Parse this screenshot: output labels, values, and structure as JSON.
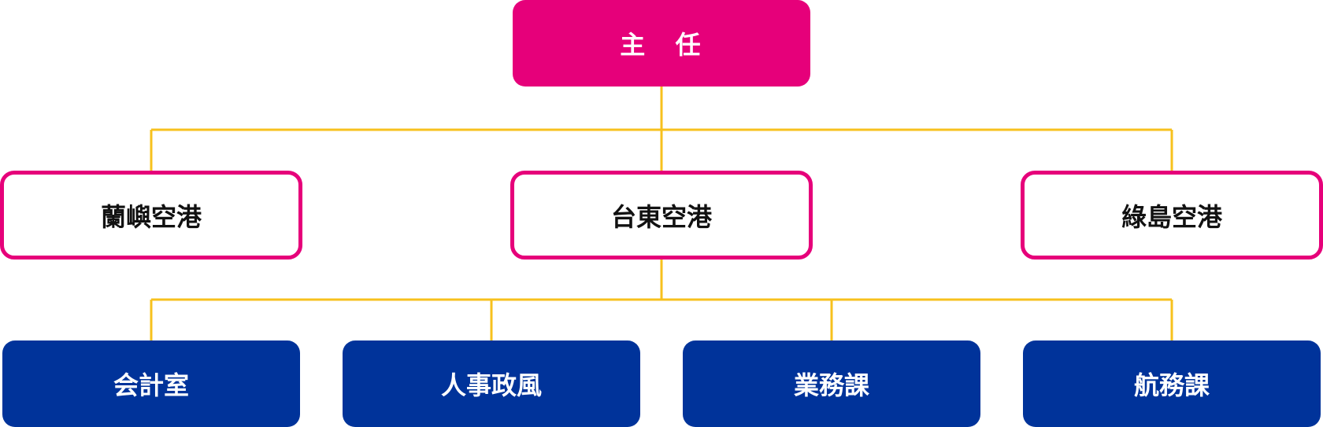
{
  "colors": {
    "top_fill": "#e6007a",
    "mid_border": "#e6007a",
    "bottom_fill": "#00339a",
    "connector": "#f7c11e"
  },
  "nodes": {
    "director": "主　任",
    "airports": [
      {
        "label": "蘭嶼空港"
      },
      {
        "label": "台東空港"
      },
      {
        "label": "綠島空港"
      }
    ],
    "departments": [
      {
        "label": "会計室"
      },
      {
        "label": "人事政風"
      },
      {
        "label": "業務課"
      },
      {
        "label": "航務課"
      }
    ]
  }
}
